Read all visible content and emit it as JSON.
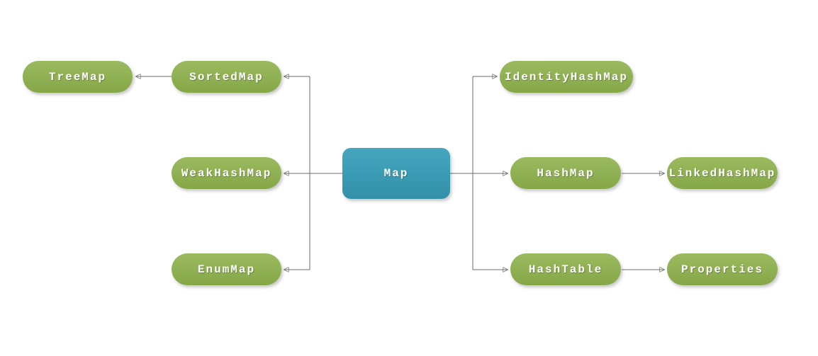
{
  "diagram": {
    "type": "hierarchy",
    "root": "Map",
    "nodes": [
      {
        "id": "map",
        "label": "Map",
        "role": "root",
        "fill": "#3b9ab3"
      },
      {
        "id": "treemap",
        "label": "TreeMap",
        "role": "child",
        "fill": "#8fb052"
      },
      {
        "id": "sortedmap",
        "label": "SortedMap",
        "role": "child",
        "fill": "#8fb052"
      },
      {
        "id": "weakhashmap",
        "label": "WeakHashMap",
        "role": "child",
        "fill": "#8fb052"
      },
      {
        "id": "enummap",
        "label": "EnumMap",
        "role": "child",
        "fill": "#8fb052"
      },
      {
        "id": "identityhashmap",
        "label": "IdentityHashMap",
        "role": "child",
        "fill": "#8fb052"
      },
      {
        "id": "hashmap",
        "label": "HashMap",
        "role": "child",
        "fill": "#8fb052"
      },
      {
        "id": "linkedhashmap",
        "label": "LinkedHashMap",
        "role": "child",
        "fill": "#8fb052"
      },
      {
        "id": "hashtable",
        "label": "HashTable",
        "role": "child",
        "fill": "#8fb052"
      },
      {
        "id": "properties",
        "label": "Properties",
        "role": "child",
        "fill": "#8fb052"
      }
    ],
    "edges": [
      {
        "from": "map",
        "to": "sortedmap"
      },
      {
        "from": "map",
        "to": "weakhashmap"
      },
      {
        "from": "map",
        "to": "enummap"
      },
      {
        "from": "sortedmap",
        "to": "treemap"
      },
      {
        "from": "map",
        "to": "identityhashmap"
      },
      {
        "from": "map",
        "to": "hashmap"
      },
      {
        "from": "map",
        "to": "hashtable"
      },
      {
        "from": "hashmap",
        "to": "linkedhashmap"
      },
      {
        "from": "hashtable",
        "to": "properties"
      }
    ],
    "colors": {
      "node_green": "#8fb052",
      "node_teal": "#3b9ab3",
      "connector_line": "#6e6e6e",
      "node_text": "#ffffff",
      "background": "#ffffff"
    }
  }
}
